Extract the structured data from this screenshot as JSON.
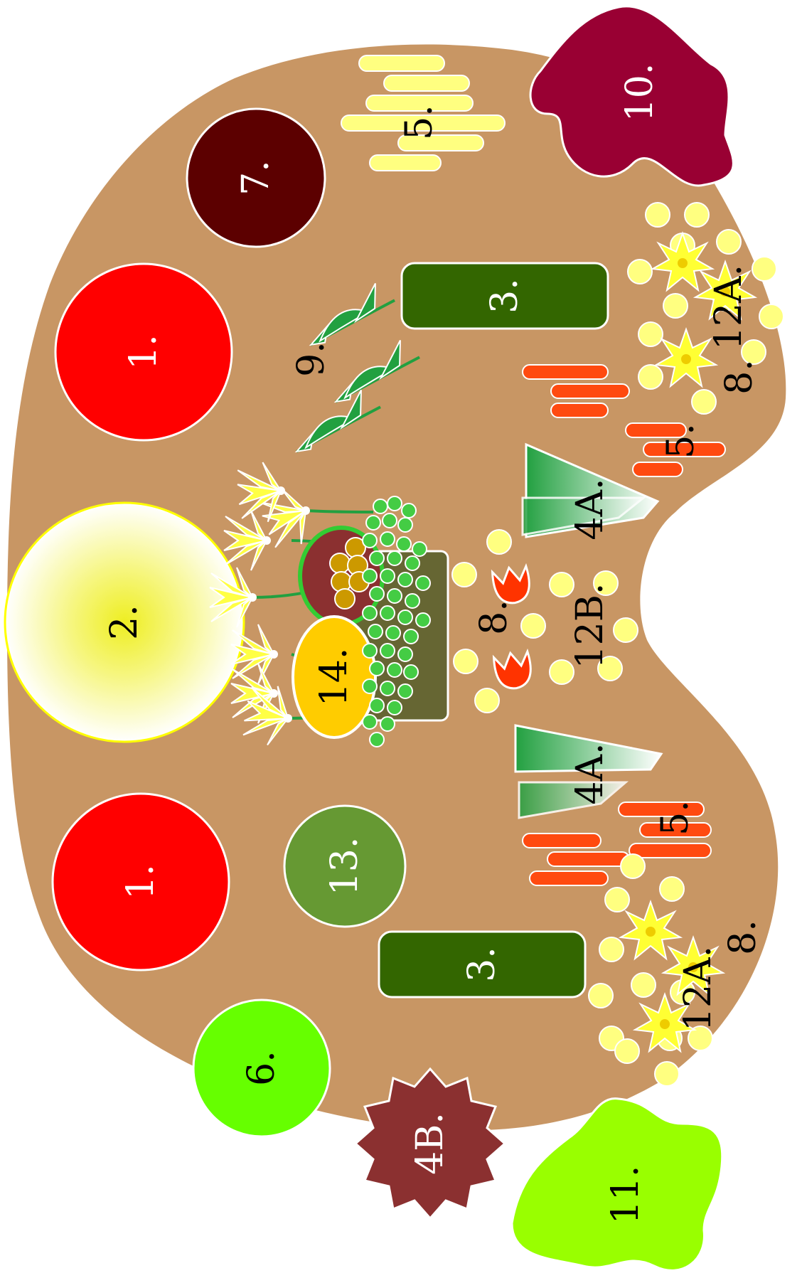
{
  "colors": {
    "bed": "#c89664",
    "red": "#ff0000",
    "maroon": "#5c0000",
    "dark_green": "#336600",
    "olive": "#669933",
    "lime": "#66ff00",
    "pale_yellow": "#ffff80",
    "orange_red": "#ff4a10",
    "star_yellow": "#ffff33",
    "leaf_green": "#22a040",
    "shrub_crimson": "#990033",
    "shrub_lime": "#99ff00",
    "brown_red": "#8b3030",
    "gold": "#ffcc00",
    "green_dot": "#44cc44",
    "slab": "#666633"
  },
  "labels": {
    "p1a": "1.",
    "p1b": "1.",
    "p2": "2.",
    "p3a": "3.",
    "p3b": "3.",
    "p4a_top": "4A.",
    "p4a_bottom": "4A.",
    "p4b": "4B.",
    "p5_top": "5.",
    "p5_right_top": "5.",
    "p5_right_bottom": "5.",
    "p6": "6.",
    "p7": "7.",
    "p8_top": "8.",
    "p8_middle": "8.",
    "p8_bottom": "8.",
    "p9": "9.",
    "p10": "10.",
    "p11": "11.",
    "p12a_top": "12A.",
    "p12a_bottom": "12A.",
    "p12b": "12B.",
    "p13": "13.",
    "p14": "14."
  }
}
